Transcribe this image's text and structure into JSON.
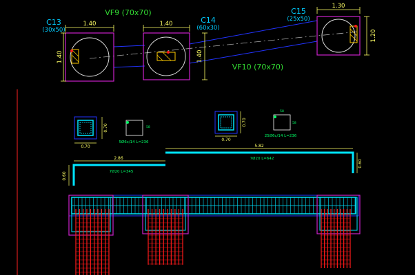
{
  "colors": {
    "background": "#000000",
    "pile_cap": "#cc22cc",
    "beam_outline": "#2233ff",
    "pile_circle": "#ffffff",
    "column_rect": "#ffcc00",
    "dim_yellow": "#ffff66",
    "label_green": "#33dd33",
    "label_cyan": "#00ccff",
    "rebar_cyan": "#00e5ff",
    "rebar_red": "#ff1a1a",
    "side_line": "#ff2222"
  },
  "plan": {
    "cap_c13": {
      "label": "C13",
      "size": "(30x50)",
      "dim_width": "1.40",
      "dim_height": "1.40"
    },
    "cap_c14": {
      "label": "C14",
      "size": "(60x30)",
      "dim_width": "1.40",
      "dim_height": "1.40"
    },
    "cap_c15": {
      "label": "C15",
      "size": "(25x50)",
      "dim_width": "1.30",
      "dim_height": "1.20"
    },
    "beam_vf9": "VF9 (70x70)",
    "beam_vf10": "VF10 (70x70)"
  },
  "sections": {
    "section_a": {
      "height": "0.70",
      "width": "0.70",
      "stirrup_label": "5Ø6c/14  L=236",
      "stirrup_dim": "58"
    },
    "section_b": {
      "height": "0.70",
      "width": "0.70",
      "stirrup_label": "25Ø6c/14  L=236",
      "stirrup_dim_top": "58",
      "stirrup_dim_side": "58"
    }
  },
  "bars": {
    "bar_vf9": {
      "length": "2.86",
      "hook": "0.60",
      "label": "7Ø20  L=345"
    },
    "bar_vf10": {
      "length": "5.82",
      "hook": "0.60",
      "label": "7Ø20  L=642"
    }
  }
}
